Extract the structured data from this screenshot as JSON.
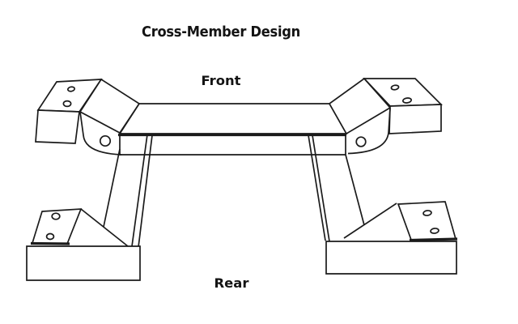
{
  "diagram": {
    "title": "Cross-Member Design",
    "labels": {
      "front": "Front",
      "rear": "Rear"
    },
    "style": {
      "line_color": "#1b1b1b",
      "text_color": "#141414",
      "background": "#ffffff"
    },
    "parts": [
      {
        "name": "front-left-mounting-bracket",
        "top_holes": 2,
        "face_holes": 1
      },
      {
        "name": "front-right-mounting-bracket",
        "top_holes": 2,
        "face_holes": 1
      },
      {
        "name": "cross-beam",
        "holes": 0
      },
      {
        "name": "left-support-leg",
        "holes": 0
      },
      {
        "name": "right-support-leg",
        "holes": 0
      },
      {
        "name": "rear-left-mounting-foot",
        "plate_holes": 2
      },
      {
        "name": "rear-right-mounting-foot",
        "plate_holes": 2
      }
    ]
  }
}
